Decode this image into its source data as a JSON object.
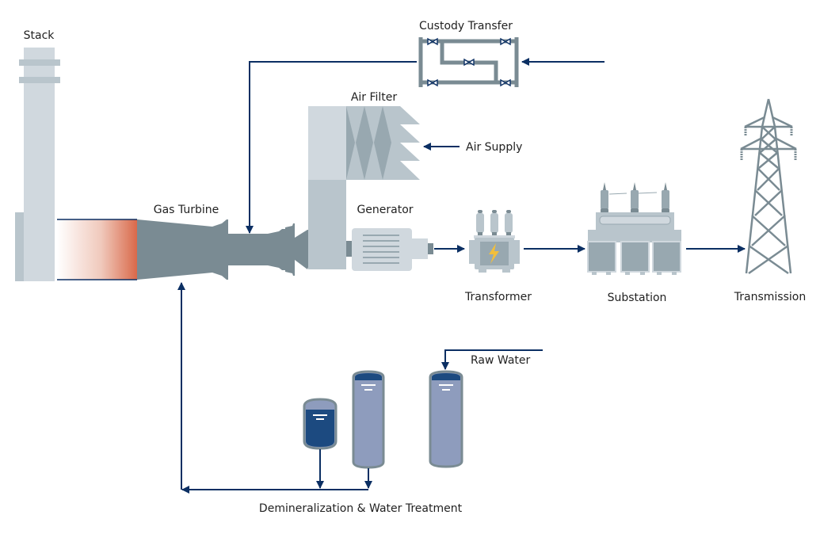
{
  "title": "Gas Turbine Power Plant Process Flow",
  "colors": {
    "flow_line": "#0b2f63",
    "equipment_dark": "#7a8b93",
    "equipment_light": "#d0d8de",
    "equipment_mid": "#b9c5cc",
    "exhaust_hot": "#d9694a",
    "water_tank_fill": "#8e9cbd",
    "water_dark": "#1c4a80",
    "lightning": "#f2bf3c"
  },
  "labels": {
    "stack": "Stack",
    "custody_transfer": "Custody Transfer",
    "air_filter": "Air Filter",
    "air_supply": "Air Supply",
    "gas_turbine": "Gas Turbine",
    "generator": "Generator",
    "transformer": "Transformer",
    "substation": "Substation",
    "transmission": "Transmission",
    "raw_water": "Raw Water",
    "water_treatment": "Demineralization & Water Treatment"
  },
  "components": [
    {
      "id": "stack",
      "icon": "stack-icon"
    },
    {
      "id": "exhaust-duct",
      "icon": "exhaust-duct-icon"
    },
    {
      "id": "gas-turbine",
      "icon": "gas-turbine-icon"
    },
    {
      "id": "air-filter",
      "icon": "air-filter-icon"
    },
    {
      "id": "custody-transfer",
      "icon": "valve-manifold-icon",
      "valves": 5
    },
    {
      "id": "generator",
      "icon": "generator-icon"
    },
    {
      "id": "transformer",
      "icon": "transformer-icon"
    },
    {
      "id": "substation",
      "icon": "substation-icon"
    },
    {
      "id": "transmission",
      "icon": "transmission-tower-icon"
    },
    {
      "id": "water-tanks",
      "icon": "water-tank-icon",
      "count": 3
    }
  ]
}
